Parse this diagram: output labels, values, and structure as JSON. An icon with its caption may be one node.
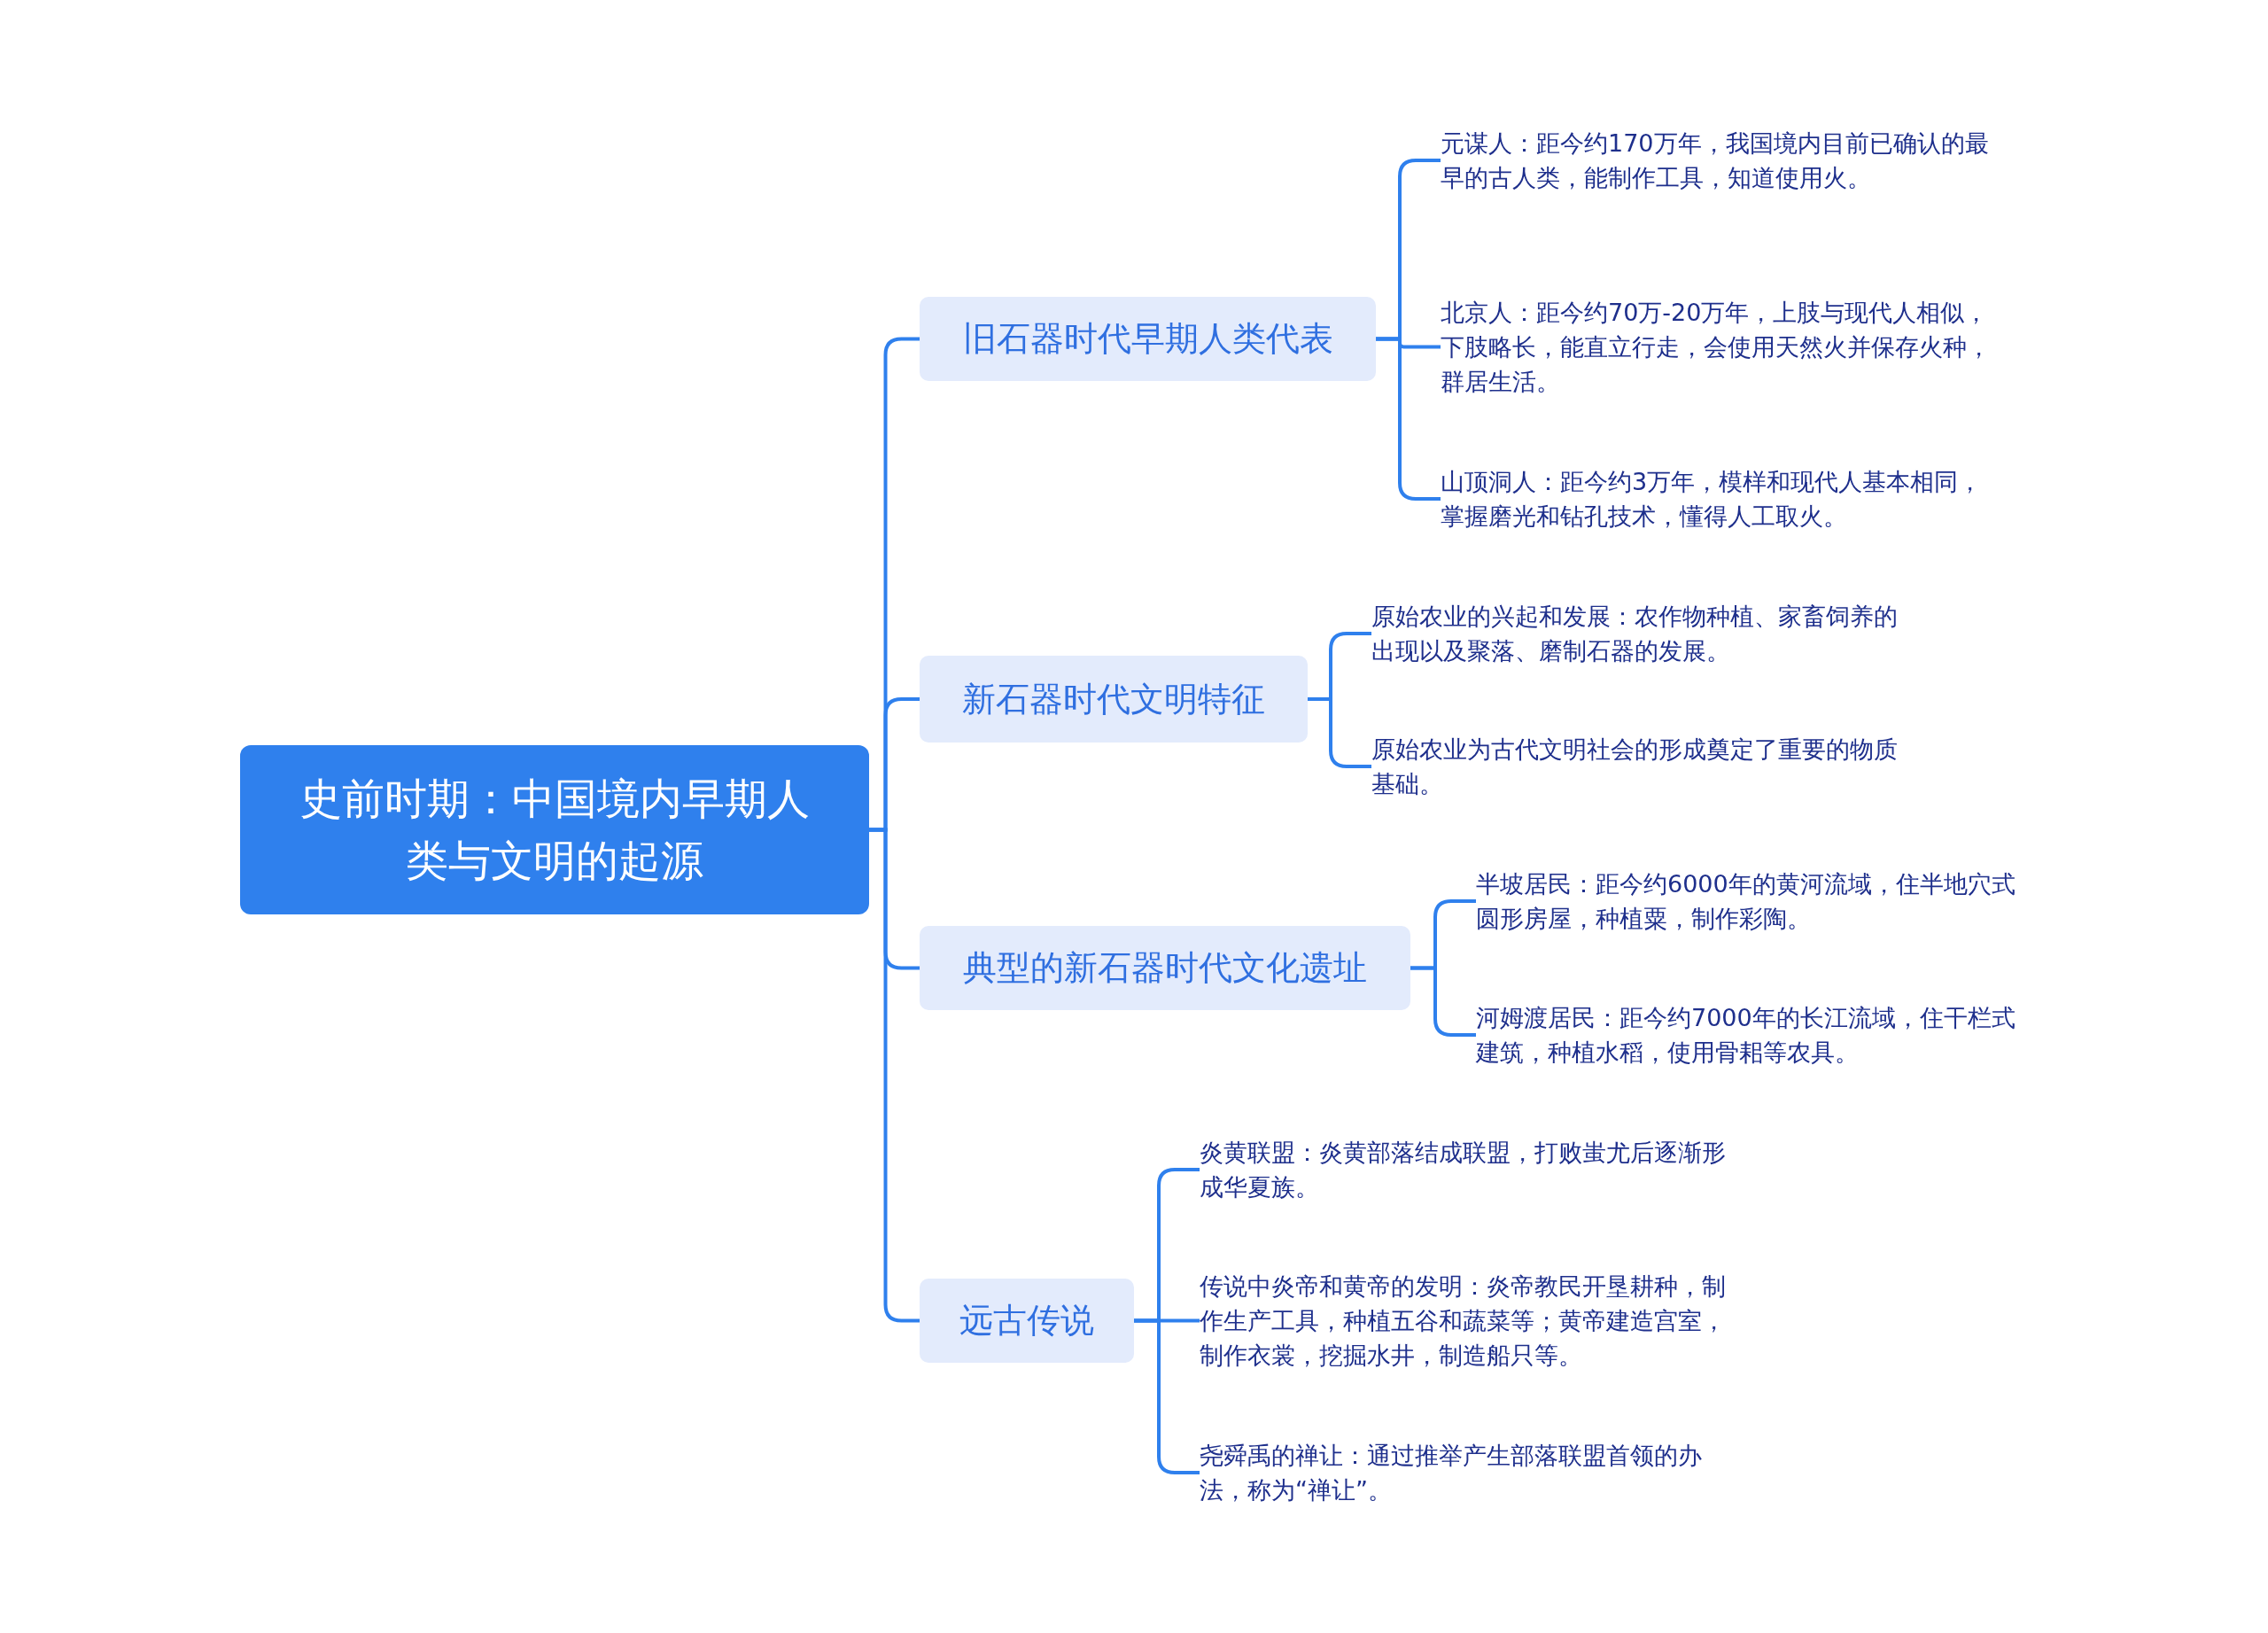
{
  "diagram": {
    "nodes": [
      {
        "text": [
          "史前时期：中国境内早期人类与文明的起源"
        ]
      },
      {
        "text": [
          "旧石器时代早期人类代表"
        ]
      },
      {
        "text": [
          "元谋人：距今约170万年，我国境内目前已确认的最早的古人类，能制作工具，知道使用火。"
        ]
      },
      {
        "text": [
          "北京人：距今约70万-20万年，上肢与现代人相似，下肢略长，能直立行走，会使用天然火并保存火种，群居生活。"
        ]
      },
      {
        "text": [
          "山顶洞人：距今约3万年，模样和现代人基本相同，掌握磨光和钻孔技术，懂得人工取火。"
        ]
      },
      {
        "text": [
          "新石器时代文明特征"
        ]
      },
      {
        "text": [
          "原始农业的兴起和发展：农作物种植、家畜饲养的出现以及聚落、磨制石器的发展。"
        ]
      },
      {
        "text": [
          "原始农业为古代文明社会的形成奠定了重要的物质基础。"
        ]
      },
      {
        "text": [
          "典型的新石器时代文化遗址"
        ]
      },
      {
        "text": [
          "半坡居民：距今约6000年的黄河流域，住半地穴式圆形房屋，种植粟，制作彩陶。"
        ]
      },
      {
        "text": [
          "河姆渡居民：距今约7000年的长江流域，住干栏式建筑，种植水稻，使用骨耜等农具。"
        ]
      },
      {
        "text": [
          "远古传说"
        ]
      },
      {
        "text": [
          "炎黄联盟：炎黄部落结成联盟，打败蚩尤后逐渐形成华夏族。"
        ]
      },
      {
        "text": [
          "传说中炎帝和黄帝的发明：炎帝教民开垦耕种，制作生产工具，种植五谷和蔬菜等；黄帝建造宫室，制作衣裳，挖掘水井，制造船只等。"
        ]
      },
      {
        "text": [
          "尧舜禹的禅让：通过推举产生部落联盟首领的办法，称为“禅让”。"
        ]
      }
    ],
    "edges": [
      {
        "from": 0,
        "to": 1,
        "arrow": "none"
      },
      {
        "from": 0,
        "to": 5,
        "arrow": "none"
      },
      {
        "from": 0,
        "to": 8,
        "arrow": "none"
      },
      {
        "from": 0,
        "to": 11,
        "arrow": "none"
      },
      {
        "from": 1,
        "to": 2,
        "arrow": "none"
      },
      {
        "from": 1,
        "to": 3,
        "arrow": "none"
      },
      {
        "from": 1,
        "to": 4,
        "arrow": "none"
      },
      {
        "from": 5,
        "to": 6,
        "arrow": "none"
      },
      {
        "from": 5,
        "to": 7,
        "arrow": "none"
      },
      {
        "from": 8,
        "to": 9,
        "arrow": "none"
      },
      {
        "from": 8,
        "to": 10,
        "arrow": "none"
      },
      {
        "from": 11,
        "to": 12,
        "arrow": "none"
      },
      {
        "from": 11,
        "to": 13,
        "arrow": "none"
      },
      {
        "from": 11,
        "to": 14,
        "arrow": "none"
      }
    ]
  }
}
